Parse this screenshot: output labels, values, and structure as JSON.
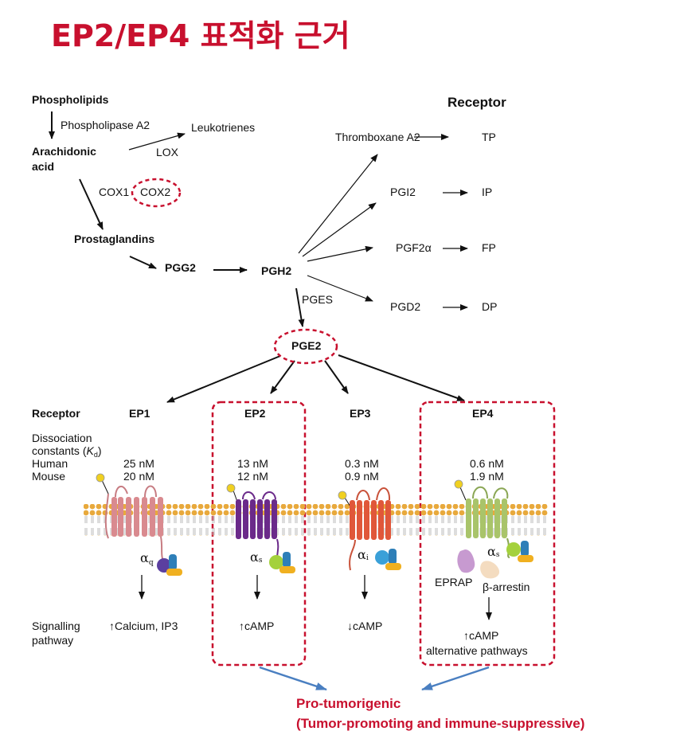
{
  "title": "EP2/EP4 표적화 근거",
  "pathway": {
    "phospholipids": "Phospholipids",
    "phospholipase": "Phospholipase A2",
    "leukotrienes": "Leukotrienes",
    "lox": "LOX",
    "arachidonic_1": "Arachidonic",
    "arachidonic_2": "acid",
    "cox1": "COX1",
    "cox2": "COX2",
    "prostaglandins": "Prostaglandins",
    "pgg2": "PGG2",
    "pgh2": "PGH2",
    "pges": "PGES",
    "pge2": "PGE2",
    "receptor_header": "Receptor",
    "products": [
      {
        "name": "Thromboxane A2",
        "receptor": "TP"
      },
      {
        "name": "PGI2",
        "receptor": "IP"
      },
      {
        "name": "PGF2α",
        "receptor": "FP"
      },
      {
        "name": "PGD2",
        "receptor": "DP"
      }
    ]
  },
  "table": {
    "receptor_label": "Receptor",
    "dissociation_1": "Dissociation",
    "dissociation_2": "constants (",
    "kd": "K",
    "kd_sub": "d",
    "dissociation_close": ")",
    "human_label": "Human",
    "mouse_label": "Mouse",
    "signalling_1": "Signalling",
    "signalling_2": "pathway",
    "receptors": [
      {
        "name": "EP1",
        "human": "25 nM",
        "mouse": "20 nM",
        "g": "α",
        "g_sub": "q",
        "signal": "↑Calcium, IP3",
        "signal2": "",
        "color": "#d98a8f"
      },
      {
        "name": "EP2",
        "human": "13 nM",
        "mouse": "12 nM",
        "g": "α",
        "g_sub": "s",
        "signal": "↑cAMP",
        "signal2": "",
        "color": "#6b2a8a"
      },
      {
        "name": "EP3",
        "human": "0.3 nM",
        "mouse": "0.9 nM",
        "g": "α",
        "g_sub": "i",
        "signal": "↓cAMP",
        "signal2": "",
        "color": "#e0573a"
      },
      {
        "name": "EP4",
        "human": "0.6 nM",
        "mouse": "1.9 nM",
        "g": "α",
        "g_sub": "s",
        "signal": "↑cAMP",
        "signal2": "alternative pathways",
        "color": "#a9c46a"
      }
    ],
    "eprap": "EPRAP",
    "arrestin": "β-arrestin"
  },
  "outcome": {
    "line1": "Pro-tumorigenic",
    "line2": "(Tumor-promoting and immune-suppressive)"
  },
  "colors": {
    "accent": "#c8102e",
    "arrow_blue": "#4a7fc1",
    "membrane": "#e8a93c"
  }
}
